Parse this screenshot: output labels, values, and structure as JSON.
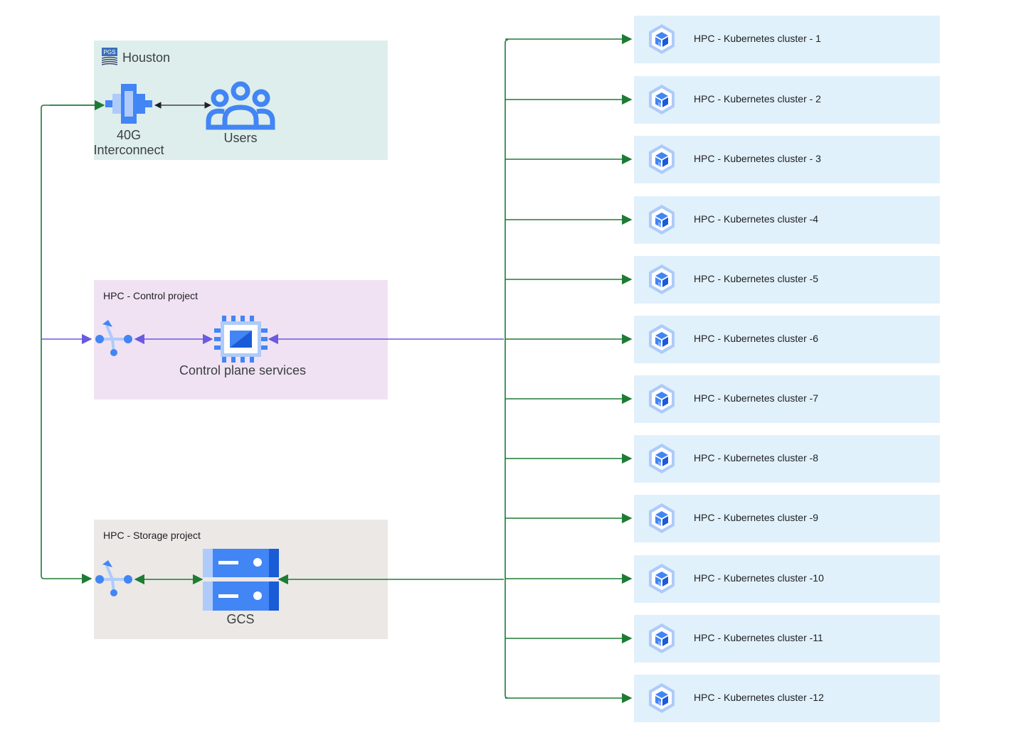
{
  "houston": {
    "title": "Houston",
    "logo_text": "PGS"
  },
  "interconnect": {
    "line1": "40G",
    "line2": "Interconnect"
  },
  "users": {
    "label": "Users"
  },
  "control_project": {
    "title": "HPC - Control project",
    "service_label": "Control plane services"
  },
  "storage_project": {
    "title": "HPC - Storage project",
    "storage_label": "GCS"
  },
  "clusters": [
    {
      "label": "HPC - Kubernetes cluster - 1"
    },
    {
      "label": "HPC - Kubernetes cluster - 2"
    },
    {
      "label": "HPC - Kubernetes cluster - 3"
    },
    {
      "label": "HPC - Kubernetes cluster -4"
    },
    {
      "label": "HPC - Kubernetes cluster -5"
    },
    {
      "label": "HPC - Kubernetes cluster -6"
    },
    {
      "label": "HPC - Kubernetes cluster -7"
    },
    {
      "label": "HPC - Kubernetes cluster -8"
    },
    {
      "label": "HPC - Kubernetes cluster -9"
    },
    {
      "label": "HPC - Kubernetes cluster -10"
    },
    {
      "label": "HPC - Kubernetes cluster -11"
    },
    {
      "label": "HPC - Kubernetes cluster -12"
    }
  ],
  "colors": {
    "green_line": "#1e7b34",
    "purple_line": "#6a5ae0",
    "icon_blue": "#4285f4",
    "icon_light_blue": "#aecbfa"
  },
  "icons": {
    "cluster": "kubernetes-engine-icon",
    "interconnect": "interconnect-icon",
    "users": "users-icon",
    "control": "compute-chip-icon",
    "router": "router-icon",
    "storage": "cloud-storage-icon"
  }
}
